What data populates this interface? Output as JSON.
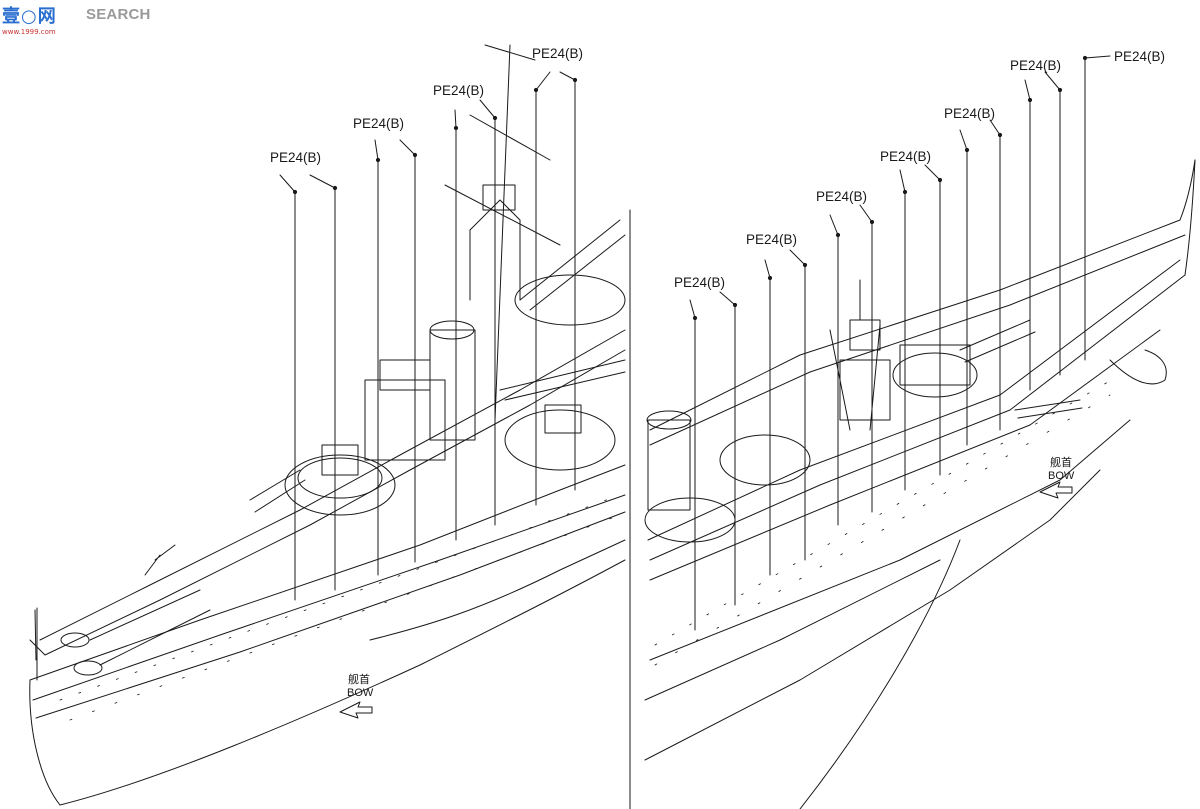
{
  "watermark": {
    "mark": "壹○网",
    "text": "SEARCH",
    "url": "www.1999.com"
  },
  "left_panel": {
    "callouts": [
      "PE24(B)",
      "PE24(B)",
      "PE24(B)",
      "PE24(B)"
    ],
    "direction_cn": "舰首",
    "direction_en": "BOW"
  },
  "right_panel": {
    "callouts": [
      "PE24(B)",
      "PE24(B)",
      "PE24(B)",
      "PE24(B)",
      "PE24(B)",
      "PE24(B)",
      "PE24(B)"
    ],
    "direction_cn": "舰首",
    "direction_en": "BOW"
  },
  "colors": {
    "line": "#1a1a1a",
    "background": "#ffffff",
    "watermark_blue": "#2a6fd0",
    "watermark_red": "#d22222",
    "watermark_grey": "#9a9a9a"
  }
}
